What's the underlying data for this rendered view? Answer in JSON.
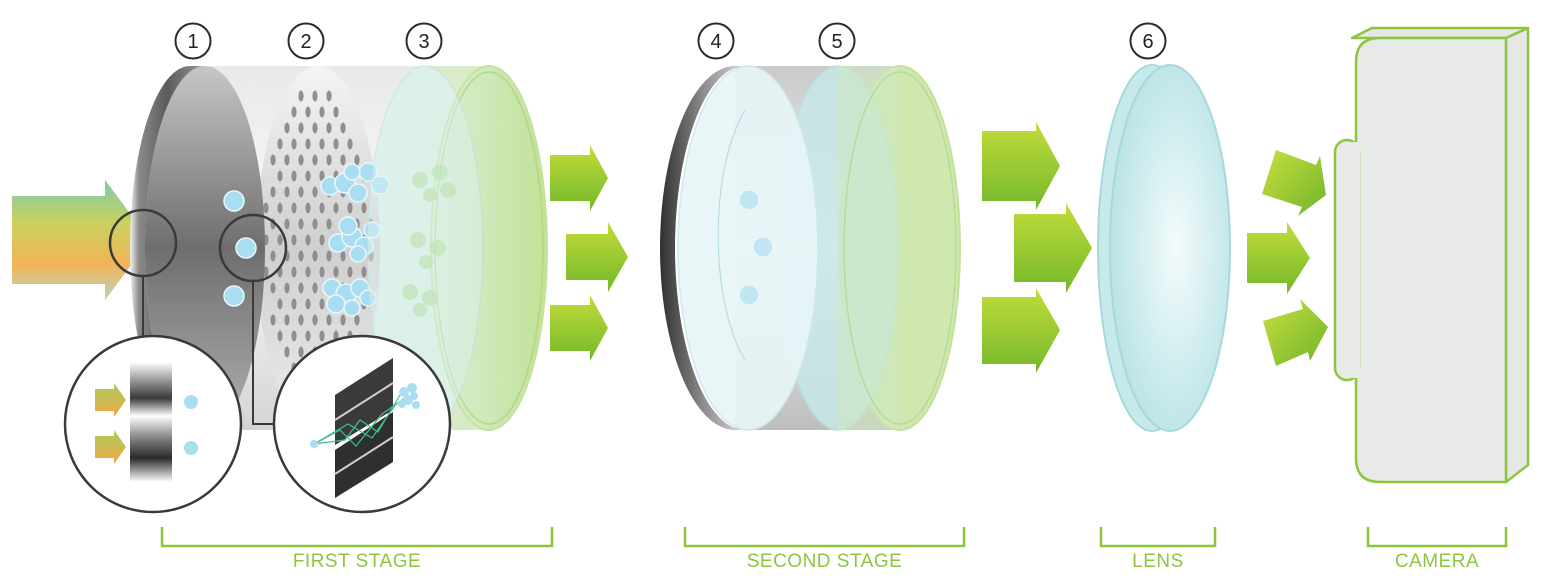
{
  "markers": [
    "1",
    "2",
    "3",
    "4",
    "5",
    "6"
  ],
  "stages": {
    "first": "FIRST STAGE",
    "second": "SECOND STAGE",
    "lens": "LENS",
    "camera": "CAMERA"
  },
  "colors": {
    "accent_green": "#8cc63f",
    "arrow_green_dark": "#7ab829",
    "arrow_green_light": "#b7d93f",
    "bubble_blue": "#a9def2",
    "filter_green": "#cfe8a6",
    "filter_cyan": "#c4e8ec"
  }
}
